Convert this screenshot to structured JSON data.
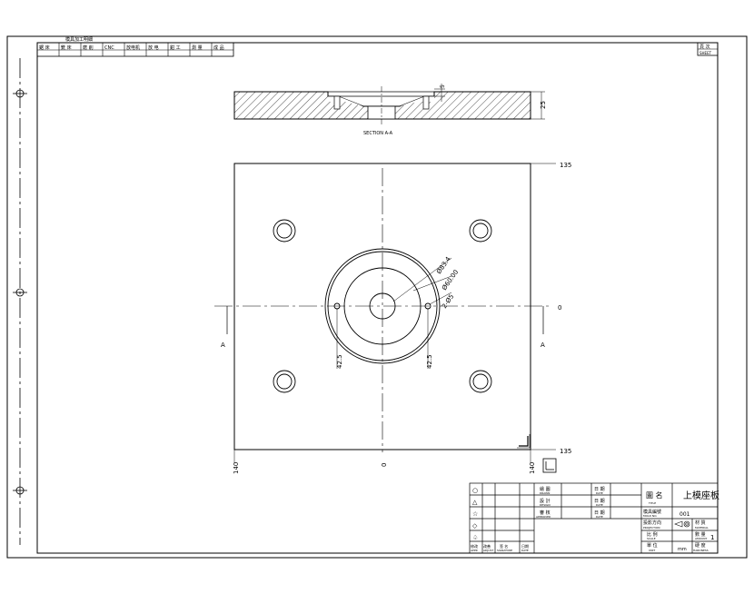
{
  "header_table": {
    "caption": "模具加工明細",
    "cells": [
      "鋸 床",
      "銑 床",
      "磨 削",
      "CNC",
      "放电机",
      "放 电",
      "鉗 工",
      "測 量",
      "成 品"
    ]
  },
  "sheet_box": {
    "label": "頁 次",
    "sub": "SHEET"
  },
  "section": {
    "label": "SECTION A-A",
    "dim_thickness": "25",
    "dim_step": "5"
  },
  "plan_dims": {
    "top_right": "135",
    "bottom_right": "135",
    "bottom_left": "140",
    "bottom_center": "0",
    "bottom_right_x": "140",
    "right_center": "0",
    "circle_outer": "Ø83.4",
    "circle_mid": "Ø60.00",
    "holes": "2-Ø5",
    "left_hole": "42.5",
    "right_hole": "42.5",
    "section_marker": "A"
  },
  "title_block": {
    "rev_symbols": [
      "○",
      "△",
      "☆",
      "◇",
      "♤"
    ],
    "rev_headers": [
      "修改",
      "改善",
      "签 名",
      "日期"
    ],
    "rev_headers_en": [
      "APPR",
      "ADJUST",
      "SIGNATURE",
      "DATE"
    ],
    "drawn": {
      "zh": "繪 圖",
      "en": "DRAWN"
    },
    "design": {
      "zh": "設 計",
      "en": "DESIGN"
    },
    "approved": {
      "zh": "審 核",
      "en": "APPROVED"
    },
    "date": {
      "zh": "日 期",
      "en": "DATE"
    },
    "title_label": {
      "zh": "圖 名",
      "en": "TITLE"
    },
    "title_value": "上模座板",
    "mold_no": {
      "zh": "模具編號",
      "en": "MOLD NO."
    },
    "mold_value": "001",
    "projection": {
      "zh": "投影方向",
      "en": "PROJECTION"
    },
    "material": {
      "zh": "材 質",
      "en": "MATERIAL"
    },
    "scale": {
      "zh": "比 例",
      "en": "SCALE"
    },
    "amount": {
      "zh": "數 量",
      "en": "AMOUNT"
    },
    "amount_value": "1",
    "unit": {
      "zh": "單 位",
      "en": "UNIT"
    },
    "unit_value": "mm",
    "hardness": {
      "zh": "硬 度",
      "en": "HARDNESS"
    }
  }
}
